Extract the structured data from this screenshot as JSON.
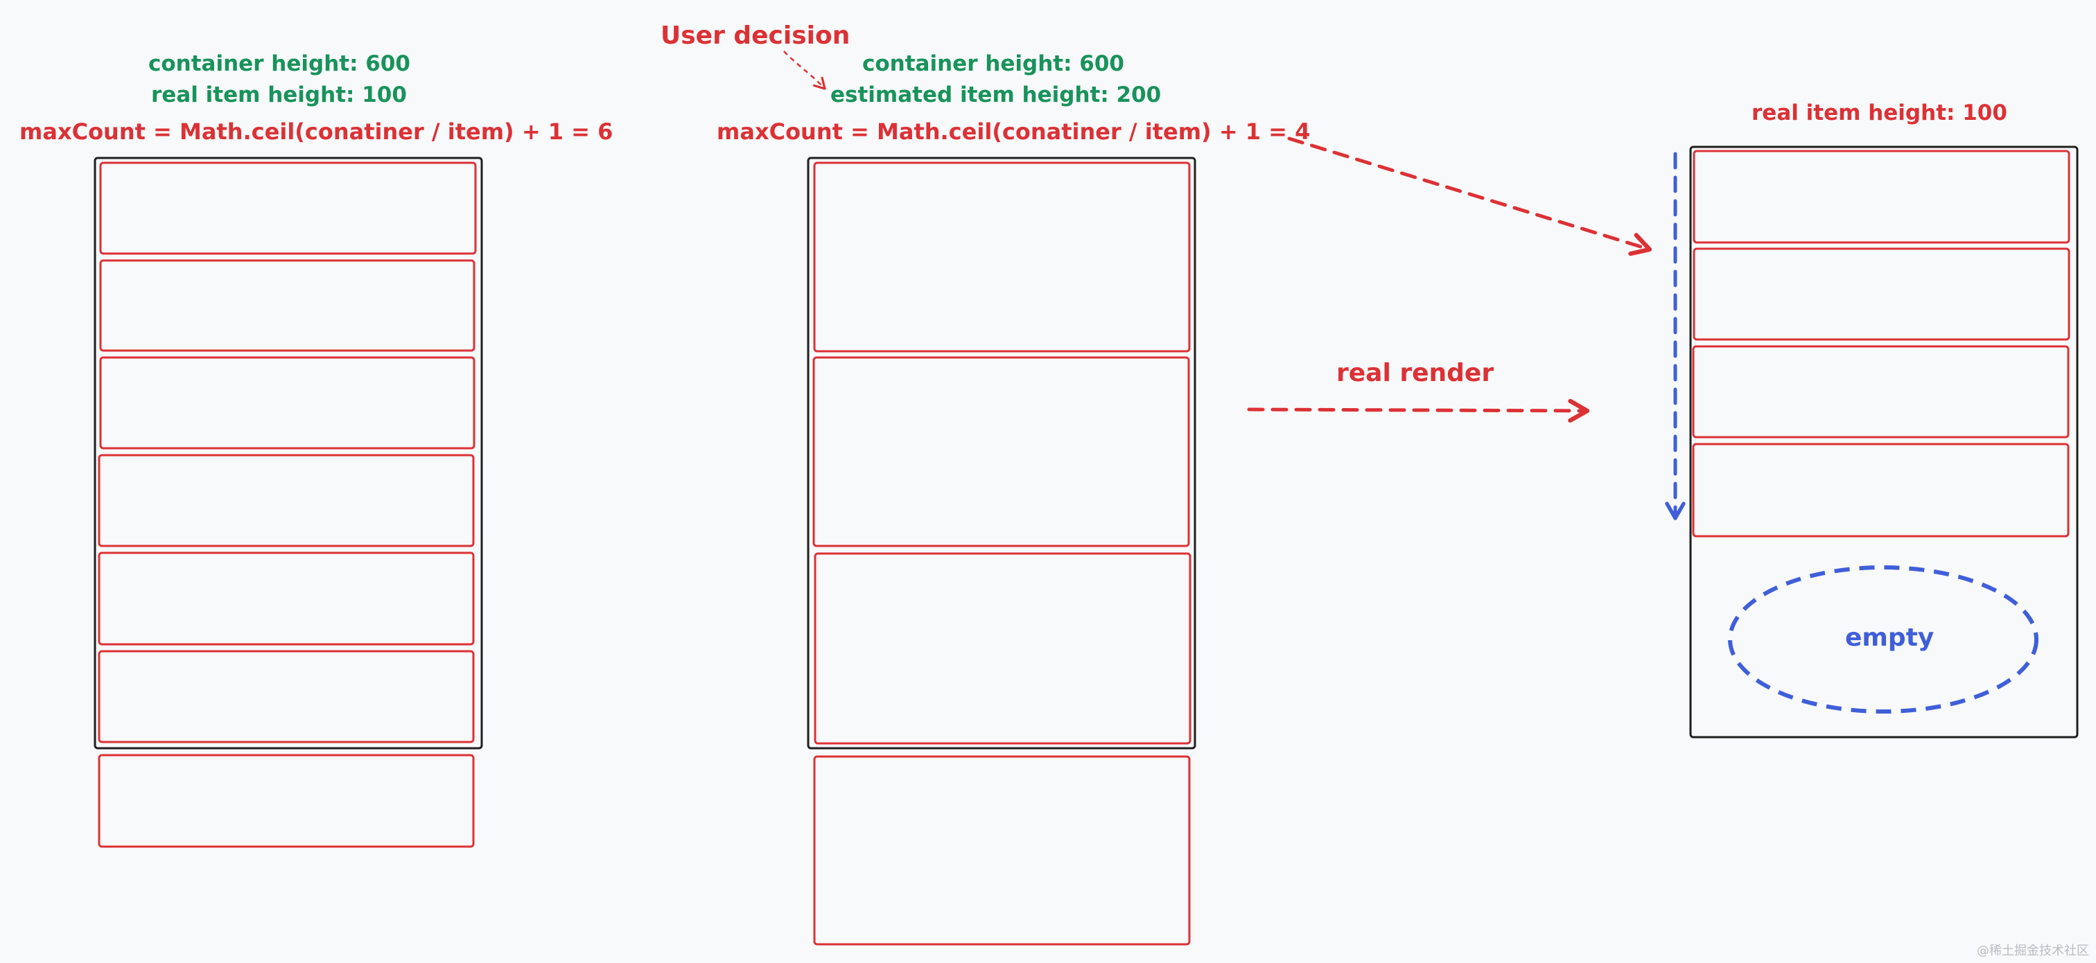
{
  "colors": {
    "background": "#f8f9fa",
    "container_stroke": "#1f1f1f",
    "item_stroke": "#dc3135",
    "annotation_green": "#18935b",
    "annotation_red": "#dc3135",
    "annotation_blue": "#3f5fd9"
  },
  "left_panel": {
    "container_height_label": "container height:  600",
    "item_height_label": "real item height:  100",
    "formula": "maxCount = Math.ceil(conatiner / item) + 1 = 6"
  },
  "middle_panel": {
    "user_decision_label": "User decision",
    "container_height_label": "container height:  600",
    "item_height_label": "estimated item height: 200",
    "formula": "maxCount = Math.ceil(conatiner / item) + 1 = 4"
  },
  "render_arrow_label": "real render",
  "right_panel": {
    "item_height_label": "real item height: 100",
    "empty_label": "empty"
  },
  "watermark": "@稀土掘金技术社区"
}
